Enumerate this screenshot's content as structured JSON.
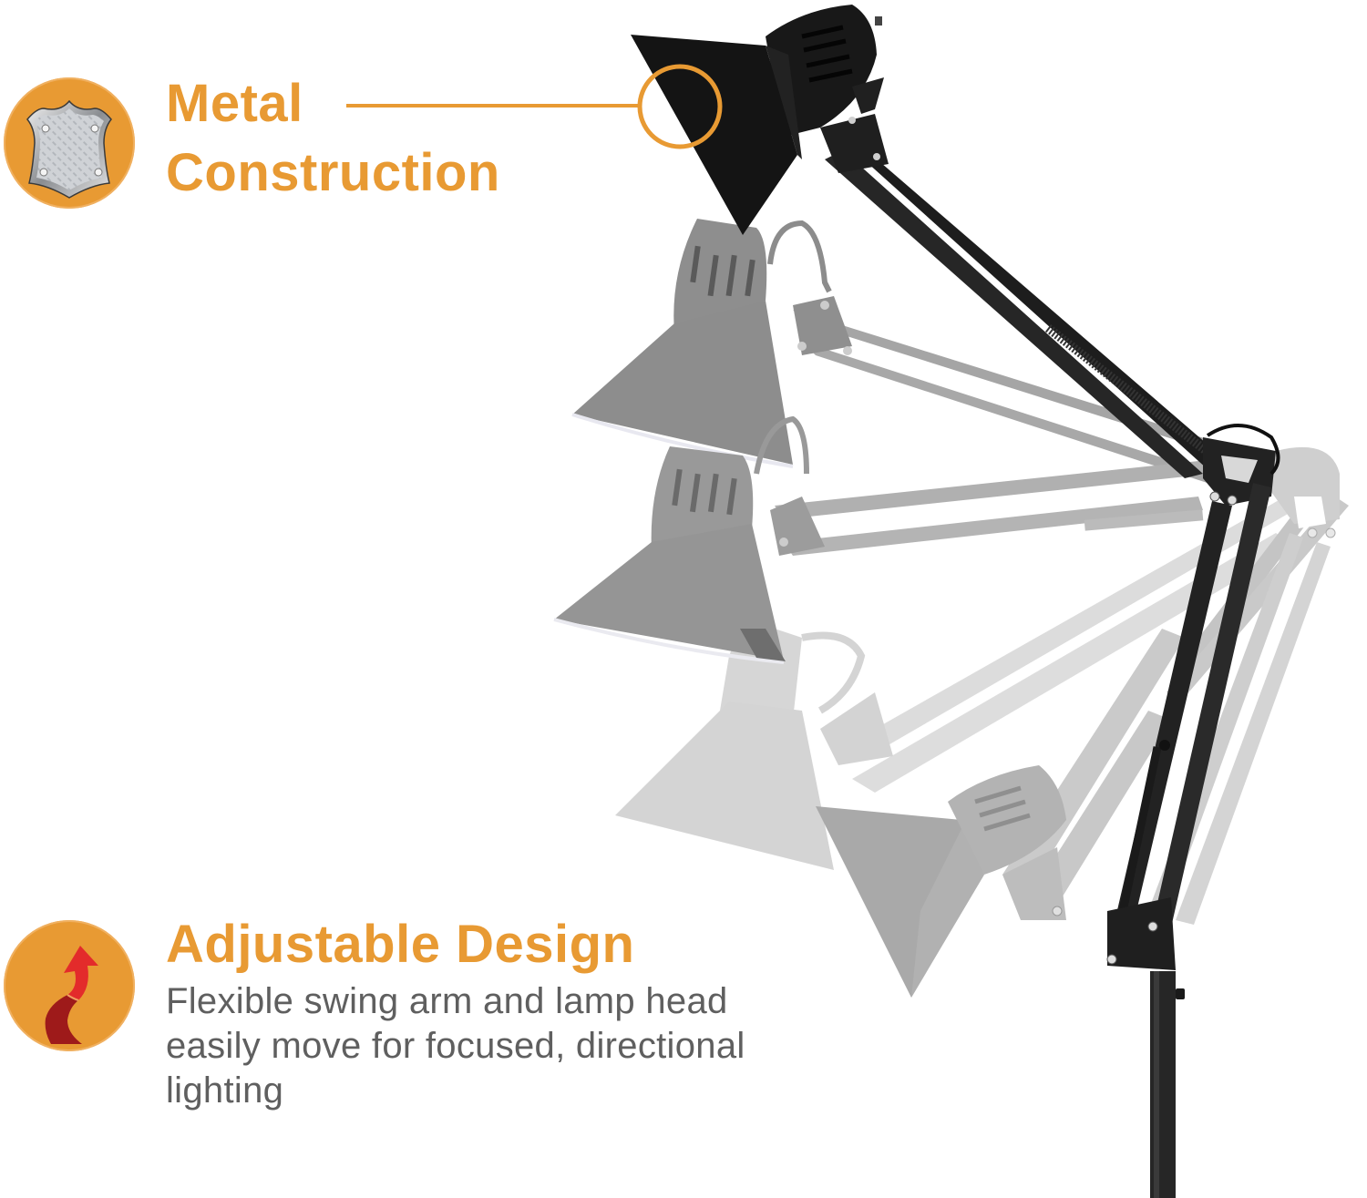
{
  "features": [
    {
      "id": "metal-construction",
      "icon": "metal-shield-icon",
      "title_line1": "Metal",
      "title_line2": "Construction",
      "callout": "leader-line-with-circle-pointing-to-lamp-shade"
    },
    {
      "id": "adjustable-design",
      "icon": "winding-arrow-icon",
      "title": "Adjustable Design",
      "description": "Flexible swing arm and lamp head easily move for focused, directional lighting"
    }
  ],
  "product_image": {
    "subject": "black swing-arm architect lamp with faded gray ghost positions showing range of motion",
    "positions_shown": 5
  },
  "colors": {
    "accent_orange": "#E89A33",
    "body_text_gray": "#5f5f5f",
    "lamp_black": "#1c1c1c",
    "ghost_gray_dark": "#8a8a8a",
    "ghost_gray_light": "#c4c4c4",
    "background": "#ffffff"
  }
}
